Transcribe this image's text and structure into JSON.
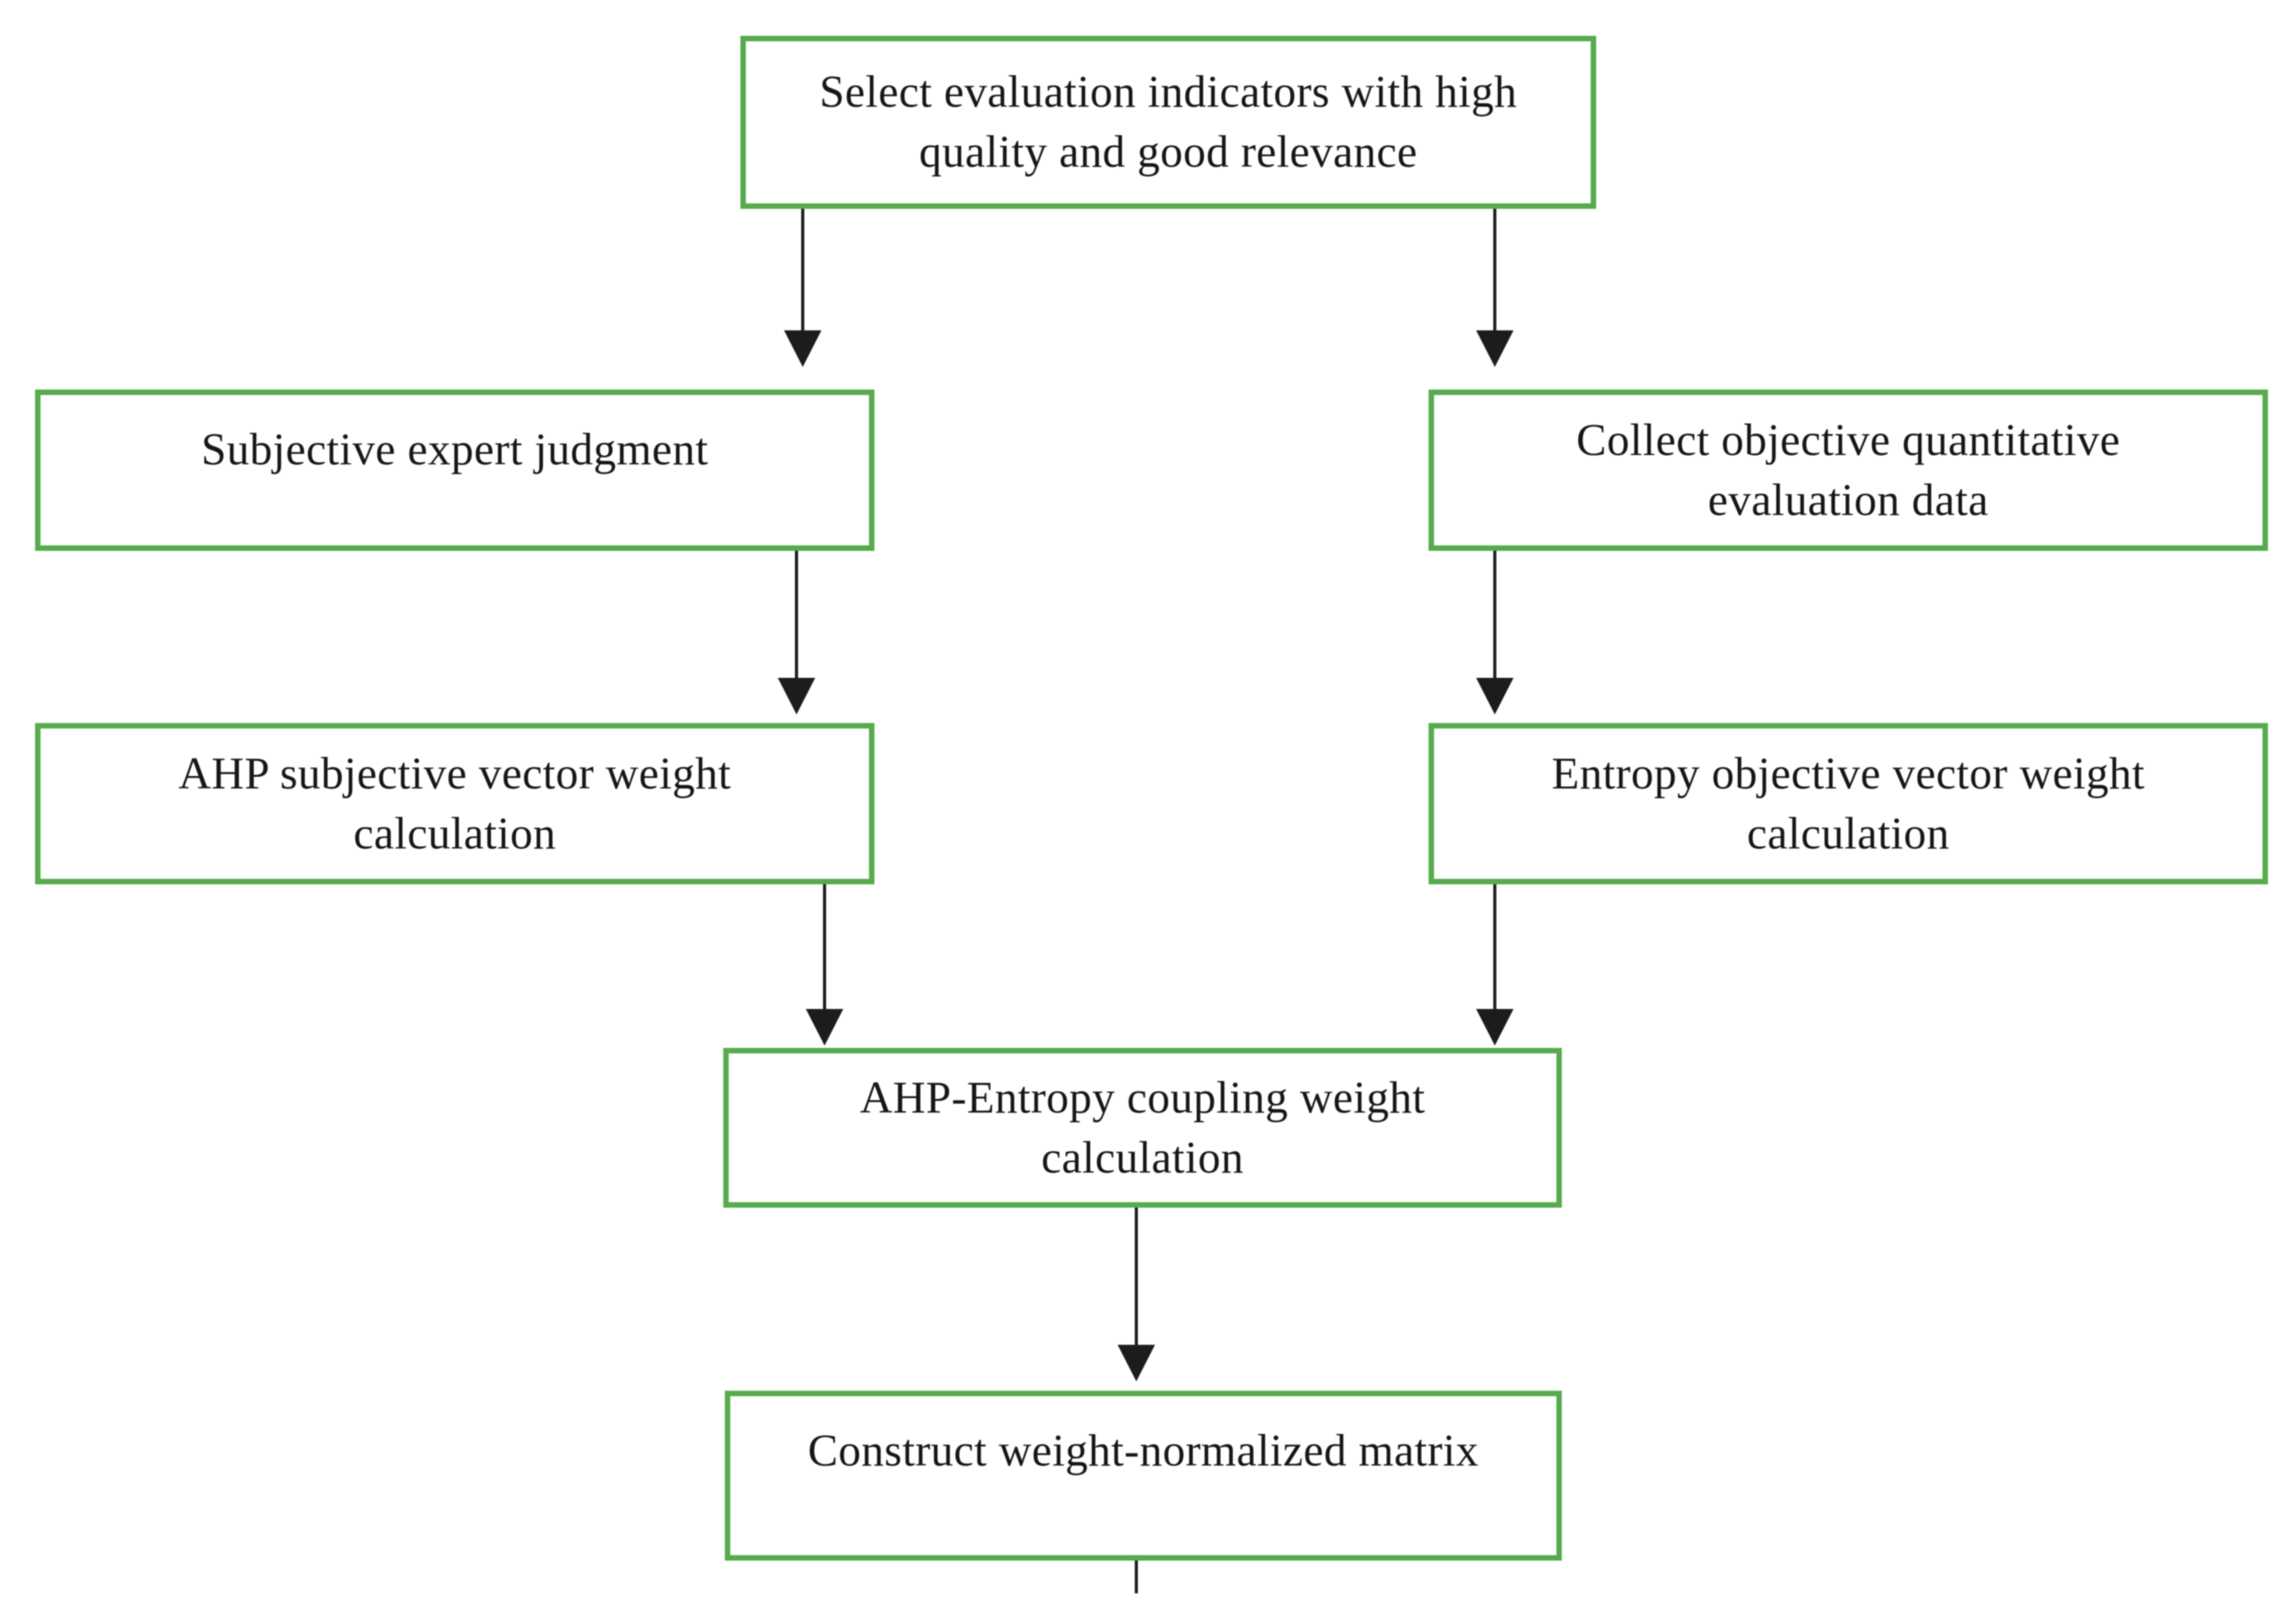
{
  "colors": {
    "box_border": "#56ab4c",
    "arrow": "#1c1c1c",
    "text": "#161616",
    "background": "#ffffff"
  },
  "nodes": {
    "select_indicators": {
      "label": "Select evaluation indicators with high\nquality and good relevance"
    },
    "subjective_judgment": {
      "label": "Subjective expert judgment"
    },
    "collect_data": {
      "label": "Collect objective quantitative\nevaluation data"
    },
    "ahp_weight": {
      "label": "AHP subjective vector weight\ncalculation"
    },
    "entropy_weight": {
      "label": "Entropy objective vector weight\ncalculation"
    },
    "coupling_weight": {
      "label": "AHP-Entropy coupling weight\ncalculation"
    },
    "normalized_matrix": {
      "label": "Construct weight-normalized matrix"
    }
  }
}
